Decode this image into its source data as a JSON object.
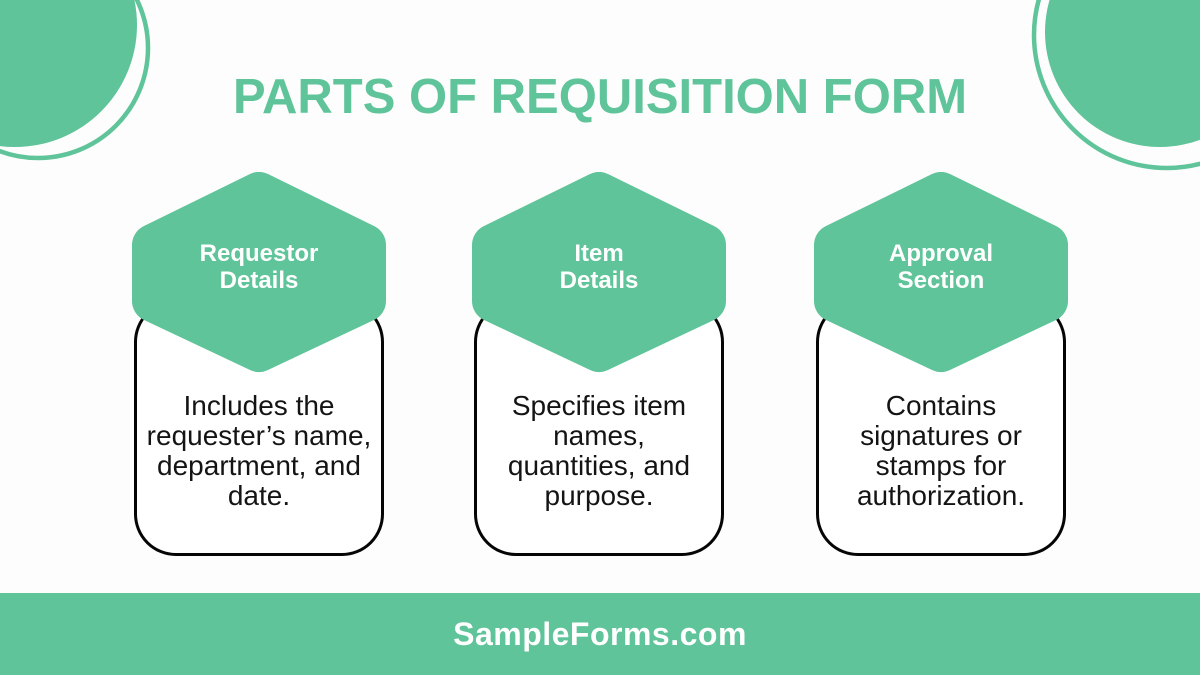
{
  "page": {
    "title": "PARTS OF REQUISITION FORM",
    "footer_brand": "SampleForms.com"
  },
  "colors": {
    "accent_green": "#5fc499",
    "card_border": "#050505",
    "body_text": "#141414",
    "header_text": "#ffffff",
    "background": "#fdfdfd"
  },
  "decorations": {
    "top_left": "green-circle-with-ring",
    "top_right": "green-circle-with-ring"
  },
  "cards": [
    {
      "title": "Requestor\nDetails",
      "description": "Includes the\nrequester’s name,\ndepartment, and\ndate."
    },
    {
      "title": "Item\nDetails",
      "description": "Specifies item\nnames,\nquantities, and\npurpose."
    },
    {
      "title": "Approval\nSection",
      "description": "Contains\nsignatures or\nstamps for\nauthorization."
    }
  ]
}
